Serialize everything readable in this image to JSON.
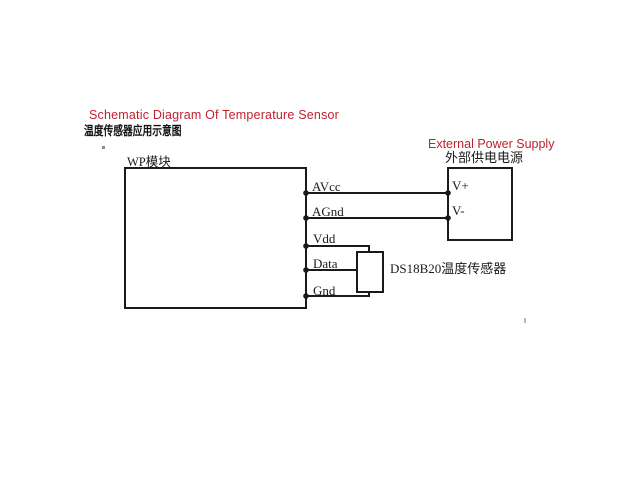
{
  "titles": {
    "main_en": "Schematic Diagram Of Temperature Sensor",
    "main_zh": "温度传感器应用示意图"
  },
  "wp_module": {
    "label": "WP模块",
    "pins": [
      "AVcc",
      "AGnd",
      "Vdd",
      "Data",
      "Gnd"
    ]
  },
  "power_supply": {
    "label_en": "External Power Supply",
    "label_zh": "外部供电电源",
    "terminals": [
      "V+",
      "V-"
    ]
  },
  "sensor": {
    "label": "DS18B20温度传感器"
  },
  "colors": {
    "accent_red": "#c3202f",
    "line_black": "#1a1a1a",
    "background": "#ffffff"
  }
}
